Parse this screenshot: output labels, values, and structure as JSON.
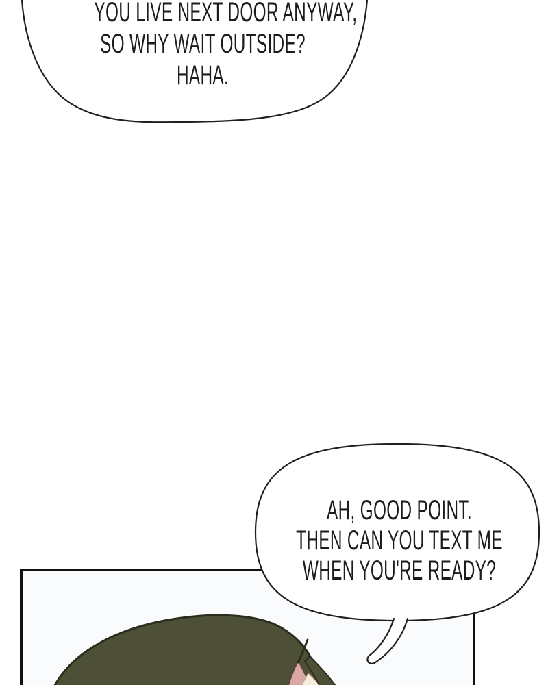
{
  "speech_bubbles": {
    "top": {
      "lines": [
        "YOU LIVE NEXT DOOR ANYWAY,",
        "SO WHY WAIT OUTSIDE?",
        "HAHA."
      ]
    },
    "bottom": {
      "lines": [
        "AH, GOOD POINT.",
        "THEN CAN YOU TEXT ME",
        "WHEN YOU'RE READY?"
      ]
    }
  },
  "colors": {
    "background": "#ffffff",
    "ink_outline": "#1f1f1f",
    "panel_border": "#101010",
    "panel_fill": "#f9fbfc",
    "bubble_fill": "#ffffff",
    "text": "#1c1c1c",
    "hair_fill": "#4d5036",
    "hair_outline": "#2b2c1e",
    "skin_pink": "#d9a8a5",
    "skin_cream": "#f7ecd9"
  }
}
